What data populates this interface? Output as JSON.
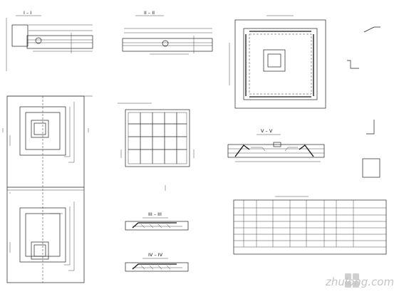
{
  "sections": {
    "sec_1": "I – I",
    "sec_2": "II – II",
    "sec_5": "V – V",
    "sec_3": "III – III",
    "sec_4": "IV – IV"
  },
  "table": {
    "rows": [
      [
        "",
        "",
        "",
        "",
        "",
        "",
        "",
        "",
        ""
      ],
      [
        "",
        "",
        "",
        "",
        "",
        "",
        "",
        "",
        ""
      ],
      [
        "",
        "",
        "",
        "",
        "",
        "",
        "",
        "",
        ""
      ],
      [
        "",
        "",
        "",
        "",
        "",
        "",
        "",
        "",
        ""
      ],
      [
        "",
        "",
        "",
        "",
        "",
        "",
        "",
        "",
        ""
      ],
      [
        "",
        "",
        "",
        "",
        "",
        "",
        "",
        "",
        ""
      ]
    ]
  },
  "watermark": {
    "text": "zhulong.com"
  }
}
